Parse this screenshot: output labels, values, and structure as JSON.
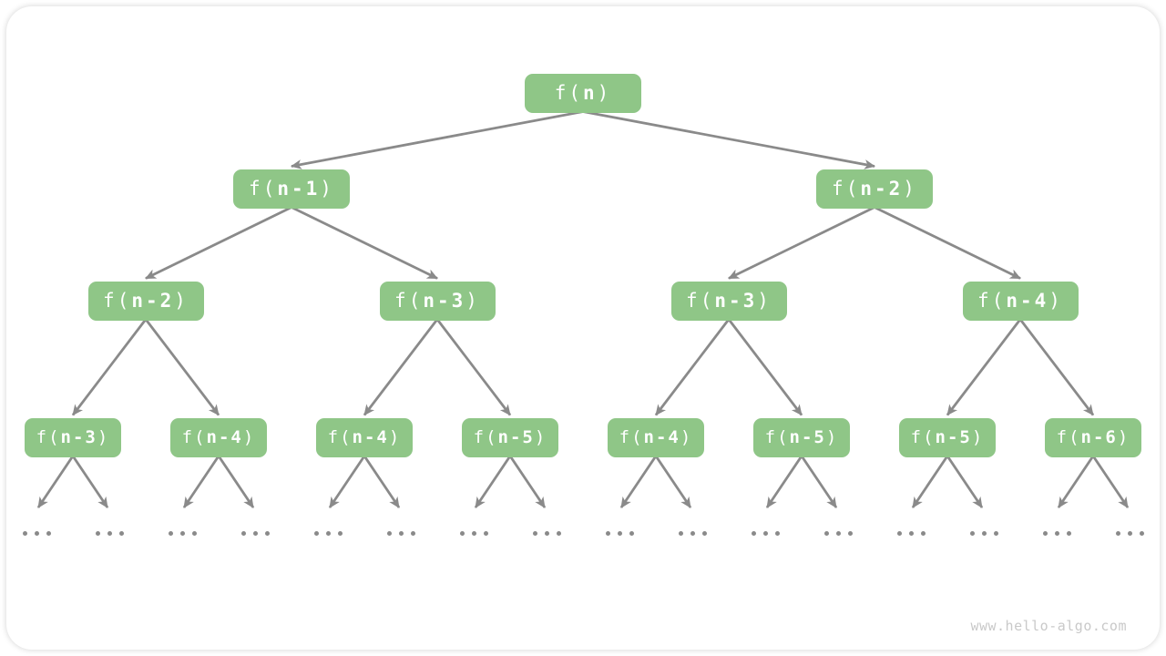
{
  "watermark": "www.hello-algo.com",
  "colors": {
    "node_fill": "#8fc687",
    "node_text": "#ffffff",
    "arrow": "#8a8a8a",
    "ellipsis_dot": "#8a8a8a",
    "watermark_text": "#c9c9c9",
    "card_bg": "#ffffff"
  },
  "tree": {
    "levels": [
      [
        "f(n)"
      ],
      [
        "f(n-1)",
        "f(n-2)"
      ],
      [
        "f(n-2)",
        "f(n-3)",
        "f(n-3)",
        "f(n-4)"
      ],
      [
        "f(n-3)",
        "f(n-4)",
        "f(n-4)",
        "f(n-5)",
        "f(n-4)",
        "f(n-5)",
        "f(n-5)",
        "f(n-6)"
      ]
    ],
    "ellipsis": "...",
    "ellipses_per_leaf": 2
  }
}
